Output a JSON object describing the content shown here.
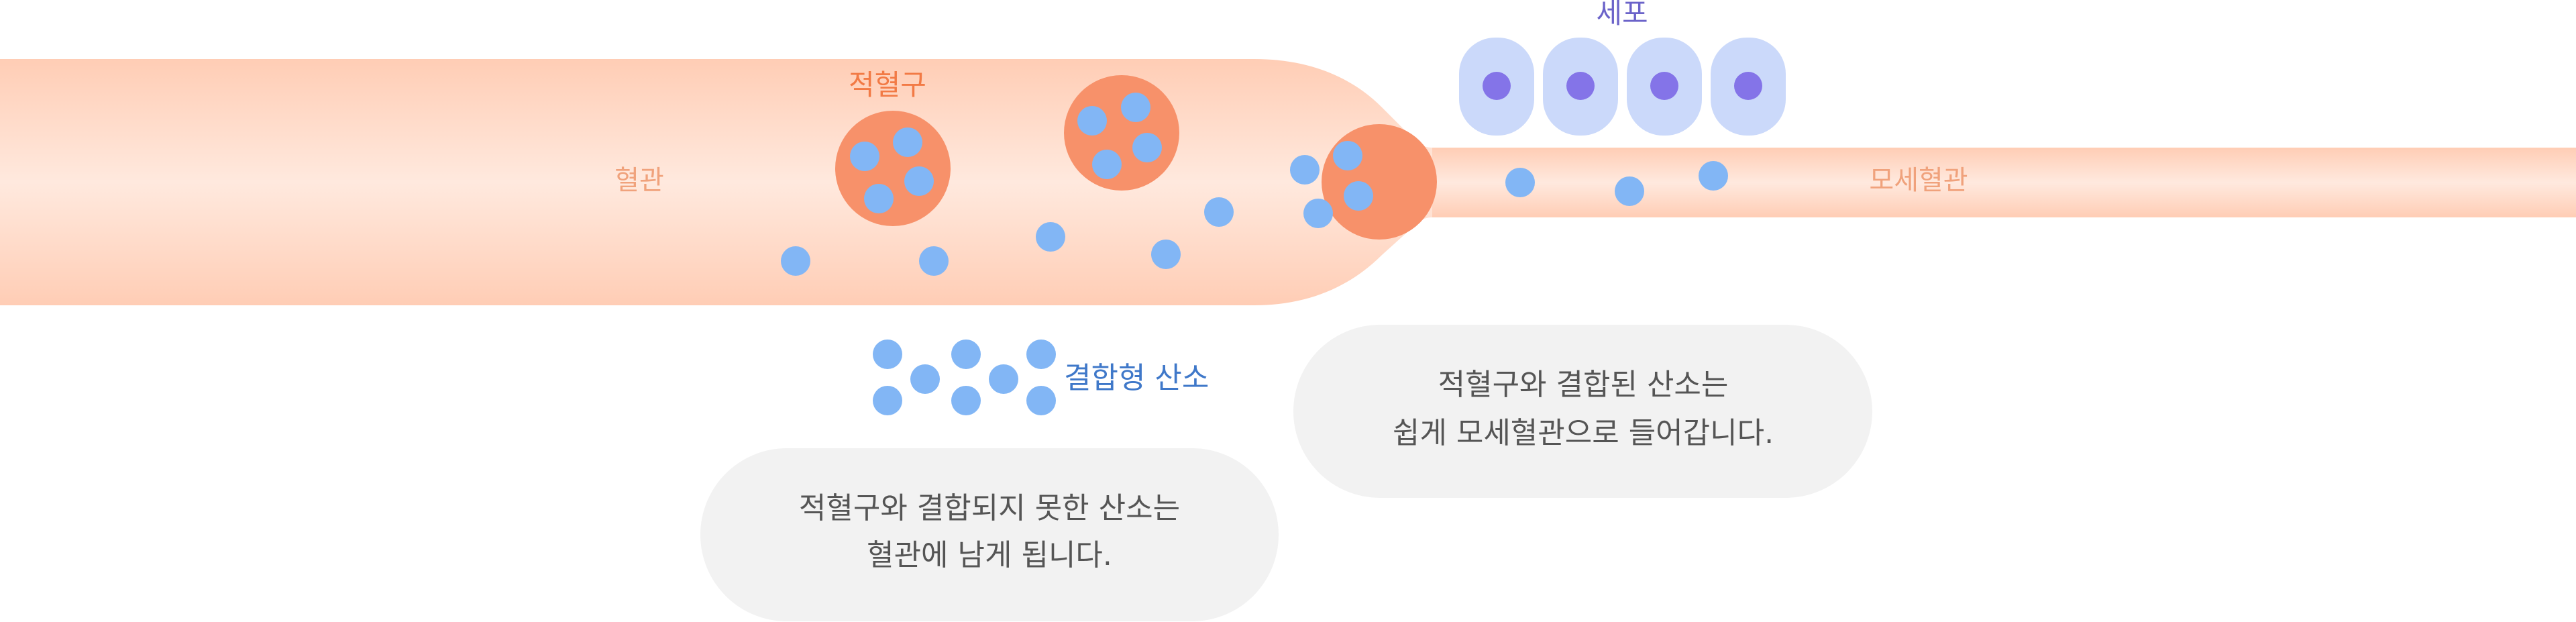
{
  "labels": {
    "vessel": "혈관",
    "red_blood_cell": "적혈구",
    "cell": "세포",
    "capillary": "모세혈관",
    "bound_oxygen": "결합형 산소"
  },
  "notes": {
    "unbound": {
      "line1": "적혈구와 결합되지 못한 산소는",
      "line2": "혈관에 남게 됩니다."
    },
    "bound": {
      "line1": "적혈구와 결합된 산소는",
      "line2": "쉽게 모세혈관으로 들어갑니다."
    }
  },
  "colors": {
    "vessel_core": "#FFE9DE",
    "vessel_wall": "#FFCDB5",
    "red_blood_cell": "#F7916A",
    "oxygen": "#82B6F5",
    "cell_body": "#CBD9FA",
    "cell_nucleus": "#8474E8",
    "note_bubble": "#F2F2F2"
  }
}
